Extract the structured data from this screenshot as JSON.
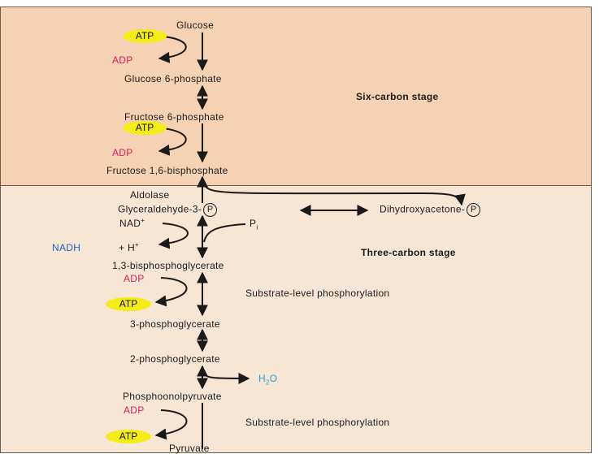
{
  "title": "",
  "stages": {
    "six_carbon": "Six-carbon stage",
    "three_carbon": "Three-carbon stage"
  },
  "molecules": {
    "glucose": "Glucose",
    "glucose6p": "Glucose 6-phosphate",
    "fructose6p": "Fructose 6-phosphate",
    "fructose16bp": "Fructose 1,6-bisphosphate",
    "glyceraldehyde3p": "Glyceraldehyde-3-",
    "dihydroxyacetone": "Dihydroxyacetone-",
    "bpg13": "1,3-bisphosphoglycerate",
    "pg3": "3-phosphoglycerate",
    "pg2": "2-phosphoglycerate",
    "pep": "Phosphoonolpyruvate",
    "pyruvate": "Pyruvate"
  },
  "enzyme": "Aldolase",
  "phosphate_symbol": "P",
  "cofactors": {
    "atp": "ATP",
    "adp": "ADP",
    "nad_base": "NAD",
    "nad_sup": "+",
    "nadh": "NADH",
    "h_prefix": "+ H",
    "h_sup": "+",
    "pi_base": "P",
    "pi_sub": "i",
    "h2o_h": "H",
    "h2o_sub": "2",
    "h2o_o": "O"
  },
  "notes": {
    "slp1": "Substrate-level phosphorylation",
    "slp2": "Substrate-level phosphorylation"
  },
  "colors": {
    "six_carbon_bg": "#f5d2b4",
    "three_carbon_bg": "#f7e6d4",
    "atp_highlight": "#f4ed1a",
    "adp_text": "#e0195a",
    "nadh_text": "#1c63c4",
    "water_text": "#25a3dd"
  }
}
